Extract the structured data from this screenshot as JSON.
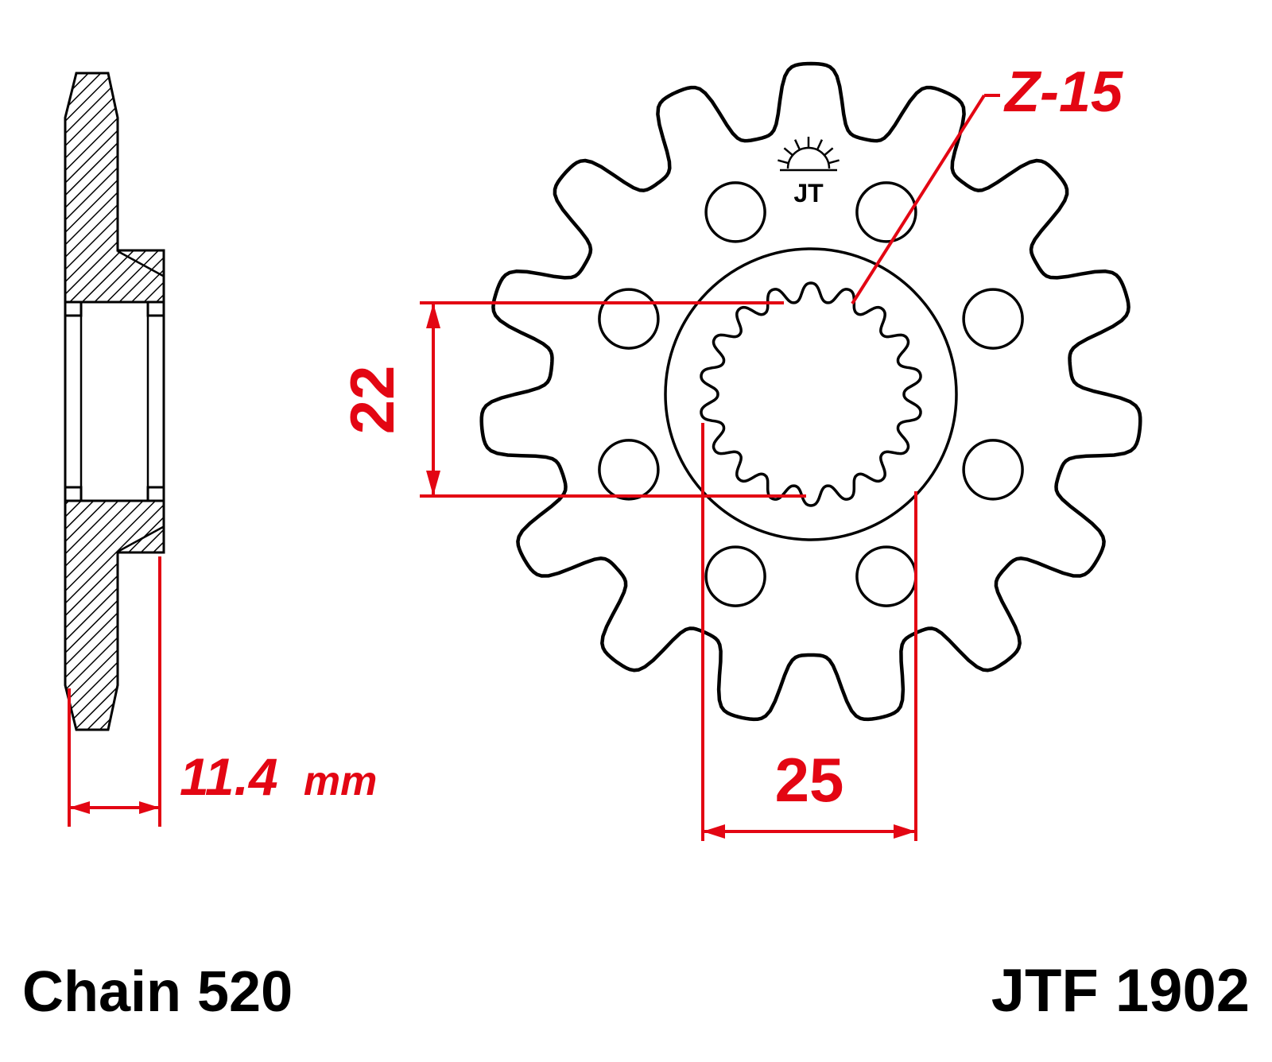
{
  "drawing": {
    "part_number": "JTF 1902",
    "chain_label": "Chain 520",
    "logo_text": "JT",
    "dimensions": {
      "teeth_label": "Z-15",
      "inner_spline_diameter": "22",
      "outer_spline_diameter": "25",
      "width_value": "11.4",
      "width_unit": "mm"
    },
    "colors": {
      "dimension": "#e30613",
      "line": "#000000"
    },
    "geometry": {
      "teeth": 15,
      "spline_teeth": 18,
      "holes": 8
    }
  }
}
